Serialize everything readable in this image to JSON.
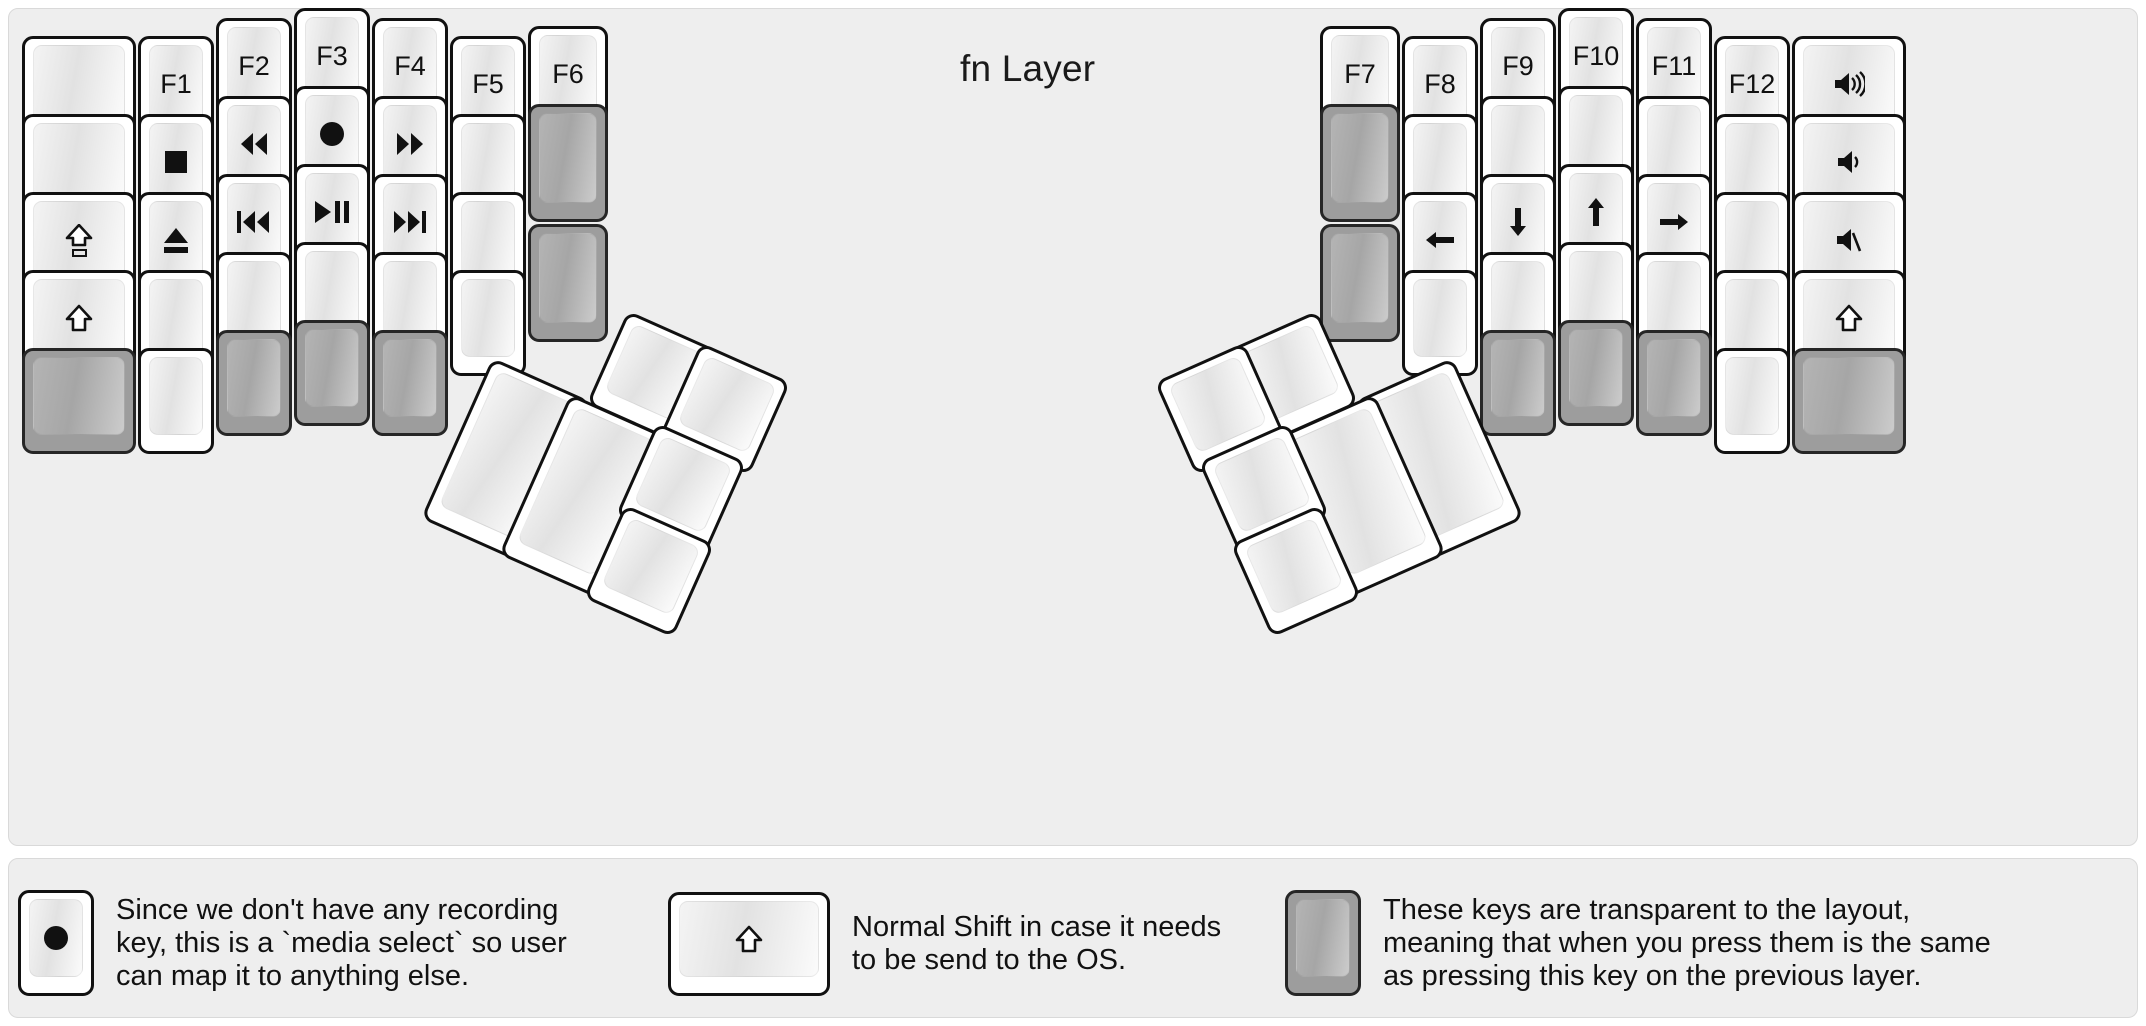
{
  "title": "fn Layer",
  "colors": {
    "background": "#eeeeee",
    "key_fill": "#ffffff",
    "key_border": "#111111",
    "transparent_key": "#9d9d9d",
    "text": "#111111"
  },
  "left_half": {
    "columns": [
      {
        "name": "col-outer",
        "keys": [
          {
            "label": "",
            "icon": "blank",
            "type": "normal"
          },
          {
            "label": "",
            "icon": "blank",
            "type": "normal"
          },
          {
            "label": "",
            "icon": "caps-lock-arrow",
            "type": "normal"
          },
          {
            "label": "",
            "icon": "shift-arrow",
            "type": "normal"
          },
          {
            "label": "",
            "icon": "blank",
            "type": "transparent"
          }
        ]
      },
      {
        "name": "col-pinky",
        "keys": [
          {
            "label": "F1",
            "icon": "",
            "type": "normal"
          },
          {
            "label": "",
            "icon": "media-stop",
            "type": "normal"
          },
          {
            "label": "",
            "icon": "media-eject",
            "type": "normal"
          },
          {
            "label": "",
            "icon": "blank",
            "type": "normal"
          },
          {
            "label": "",
            "icon": "blank",
            "type": "normal"
          }
        ]
      },
      {
        "name": "col-ring",
        "keys": [
          {
            "label": "F2",
            "icon": "",
            "type": "normal"
          },
          {
            "label": "",
            "icon": "media-rewind",
            "type": "normal"
          },
          {
            "label": "",
            "icon": "media-prev",
            "type": "normal"
          },
          {
            "label": "",
            "icon": "blank",
            "type": "normal"
          },
          {
            "label": "",
            "icon": "blank",
            "type": "transparent"
          }
        ]
      },
      {
        "name": "col-middle",
        "keys": [
          {
            "label": "F3",
            "icon": "",
            "type": "normal"
          },
          {
            "label": "",
            "icon": "media-record",
            "type": "normal"
          },
          {
            "label": "",
            "icon": "media-playpause",
            "type": "normal"
          },
          {
            "label": "",
            "icon": "blank",
            "type": "normal"
          },
          {
            "label": "",
            "icon": "blank",
            "type": "transparent"
          }
        ]
      },
      {
        "name": "col-index",
        "keys": [
          {
            "label": "F4",
            "icon": "",
            "type": "normal"
          },
          {
            "label": "",
            "icon": "media-forward",
            "type": "normal"
          },
          {
            "label": "",
            "icon": "media-next",
            "type": "normal",
            "homing": true
          },
          {
            "label": "",
            "icon": "blank",
            "type": "normal"
          },
          {
            "label": "",
            "icon": "blank",
            "type": "transparent"
          }
        ]
      },
      {
        "name": "col-inner",
        "keys": [
          {
            "label": "F5",
            "icon": "",
            "type": "normal"
          },
          {
            "label": "",
            "icon": "blank",
            "type": "normal"
          },
          {
            "label": "",
            "icon": "blank",
            "type": "normal"
          },
          {
            "label": "",
            "icon": "blank",
            "type": "normal"
          }
        ]
      },
      {
        "name": "col-extra",
        "keys": [
          {
            "label": "F6",
            "icon": "",
            "type": "normal"
          },
          {
            "label": "",
            "icon": "blank",
            "type": "transparent"
          },
          {
            "label": "",
            "icon": "blank",
            "type": "transparent"
          }
        ]
      }
    ],
    "thumb_cluster": [
      {
        "name": "thumb-l1",
        "icon": "blank",
        "type": "normal"
      },
      {
        "name": "thumb-l2",
        "icon": "blank",
        "type": "normal"
      },
      {
        "name": "thumb-l3",
        "icon": "blank",
        "type": "normal"
      },
      {
        "name": "thumb-l4",
        "icon": "blank",
        "type": "normal"
      },
      {
        "name": "thumb-l5",
        "icon": "blank",
        "type": "normal"
      },
      {
        "name": "thumb-l6",
        "icon": "blank",
        "type": "normal"
      }
    ]
  },
  "right_half": {
    "columns": [
      {
        "name": "col-extra",
        "keys": [
          {
            "label": "F7",
            "icon": "",
            "type": "normal"
          },
          {
            "label": "",
            "icon": "blank",
            "type": "transparent"
          },
          {
            "label": "",
            "icon": "blank",
            "type": "transparent"
          }
        ]
      },
      {
        "name": "col-inner",
        "keys": [
          {
            "label": "F8",
            "icon": "",
            "type": "normal"
          },
          {
            "label": "",
            "icon": "blank",
            "type": "normal"
          },
          {
            "label": "",
            "icon": "arrow-left",
            "type": "normal"
          },
          {
            "label": "",
            "icon": "blank",
            "type": "normal"
          }
        ]
      },
      {
        "name": "col-index",
        "keys": [
          {
            "label": "F9",
            "icon": "",
            "type": "normal"
          },
          {
            "label": "",
            "icon": "blank",
            "type": "normal"
          },
          {
            "label": "",
            "icon": "arrow-down",
            "type": "normal",
            "homing": true
          },
          {
            "label": "",
            "icon": "blank",
            "type": "normal"
          },
          {
            "label": "",
            "icon": "blank",
            "type": "transparent"
          }
        ]
      },
      {
        "name": "col-middle",
        "keys": [
          {
            "label": "F10",
            "icon": "",
            "type": "normal"
          },
          {
            "label": "",
            "icon": "blank",
            "type": "normal"
          },
          {
            "label": "",
            "icon": "arrow-up",
            "type": "normal"
          },
          {
            "label": "",
            "icon": "blank",
            "type": "normal"
          },
          {
            "label": "",
            "icon": "blank",
            "type": "transparent"
          }
        ]
      },
      {
        "name": "col-ring",
        "keys": [
          {
            "label": "F11",
            "icon": "",
            "type": "normal"
          },
          {
            "label": "",
            "icon": "blank",
            "type": "normal"
          },
          {
            "label": "",
            "icon": "arrow-right",
            "type": "normal"
          },
          {
            "label": "",
            "icon": "blank",
            "type": "normal"
          },
          {
            "label": "",
            "icon": "blank",
            "type": "transparent"
          }
        ]
      },
      {
        "name": "col-pinky",
        "keys": [
          {
            "label": "F12",
            "icon": "",
            "type": "normal"
          },
          {
            "label": "",
            "icon": "blank",
            "type": "normal"
          },
          {
            "label": "",
            "icon": "blank",
            "type": "normal"
          },
          {
            "label": "",
            "icon": "blank",
            "type": "normal"
          },
          {
            "label": "",
            "icon": "blank",
            "type": "normal"
          }
        ]
      },
      {
        "name": "col-outer",
        "keys": [
          {
            "label": "",
            "icon": "volume-up",
            "type": "normal"
          },
          {
            "label": "",
            "icon": "volume-down",
            "type": "normal"
          },
          {
            "label": "",
            "icon": "volume-mute",
            "type": "normal"
          },
          {
            "label": "",
            "icon": "shift-arrow",
            "type": "normal"
          },
          {
            "label": "",
            "icon": "blank",
            "type": "transparent"
          }
        ]
      }
    ],
    "thumb_cluster": [
      {
        "name": "thumb-r1",
        "icon": "blank",
        "type": "normal"
      },
      {
        "name": "thumb-r2",
        "icon": "blank",
        "type": "normal"
      },
      {
        "name": "thumb-r3",
        "icon": "blank",
        "type": "normal"
      },
      {
        "name": "thumb-r4",
        "icon": "blank",
        "type": "normal"
      },
      {
        "name": "thumb-r5",
        "icon": "blank",
        "type": "normal"
      },
      {
        "name": "thumb-r6",
        "icon": "blank",
        "type": "normal"
      }
    ]
  },
  "legend": [
    {
      "key_icon": "media-record",
      "key_type": "normal",
      "text": "Since we don't have any recording\nkey, this is a `media select` so user\ncan map it to anything else."
    },
    {
      "key_icon": "shift-arrow",
      "key_type": "normal",
      "text": "Normal Shift in case it needs\nto be send to the OS."
    },
    {
      "key_icon": "blank",
      "key_type": "transparent",
      "text": "These keys are transparent to the layout,\nmeaning that when you press them is the same\nas pressing this key on the previous layer."
    }
  ]
}
